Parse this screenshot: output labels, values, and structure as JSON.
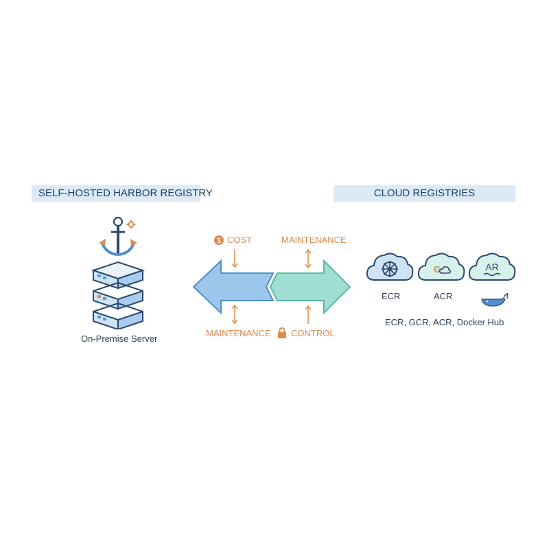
{
  "left_panel": {
    "banner_text": "SELF-HOSTED HARBOR REGISTRY",
    "server_label": "On-Premise Server"
  },
  "right_panel": {
    "banner_text": "CLOUD REGISTRIES",
    "cloud_labels": [
      "ECR",
      "ACR"
    ],
    "cloud_third_text": "AR",
    "cloud_middle_letter": "G",
    "summary_text": "ECR, GCR, ACR, Docker Hub"
  },
  "tradeoffs": {
    "top_left": "COST",
    "top_right": "MAINTENANCE",
    "bottom_left": "MAINTENANCE",
    "bottom_right": "CONTROL",
    "cost_symbol": "$"
  },
  "icons": [
    "anchor-icon",
    "gear-icon",
    "server-stack-icon",
    "dollar-icon",
    "lock-icon",
    "kubernetes-helm-icon",
    "google-cloud-icon",
    "docker-whale-icon"
  ],
  "colors": {
    "banner_bg": "#dbeaf6",
    "banner_text": "#1f3f66",
    "accent_orange": "#e08a4a",
    "left_arrow": "#9cc6ea",
    "right_arrow": "#9fdfd3",
    "outline_dark": "#2c4a6e"
  }
}
